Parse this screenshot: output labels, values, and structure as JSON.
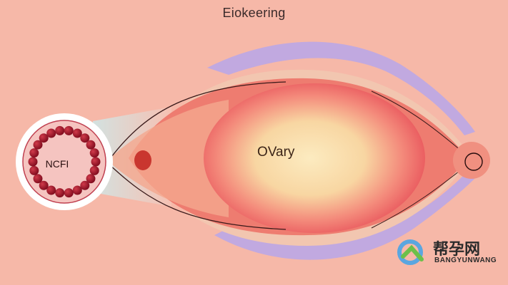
{
  "title": "Eiokeering",
  "labels": {
    "organ": "OVary",
    "circle": "NCFI"
  },
  "watermark": {
    "chinese": "帮孕网",
    "english": "BANGYUNWANG"
  },
  "colors": {
    "background": "#f6b8a8",
    "organ_outer": "#f0857a",
    "organ_core": "#fbe0b0",
    "membrane": "#a898e0",
    "cells": "#a3142a"
  }
}
